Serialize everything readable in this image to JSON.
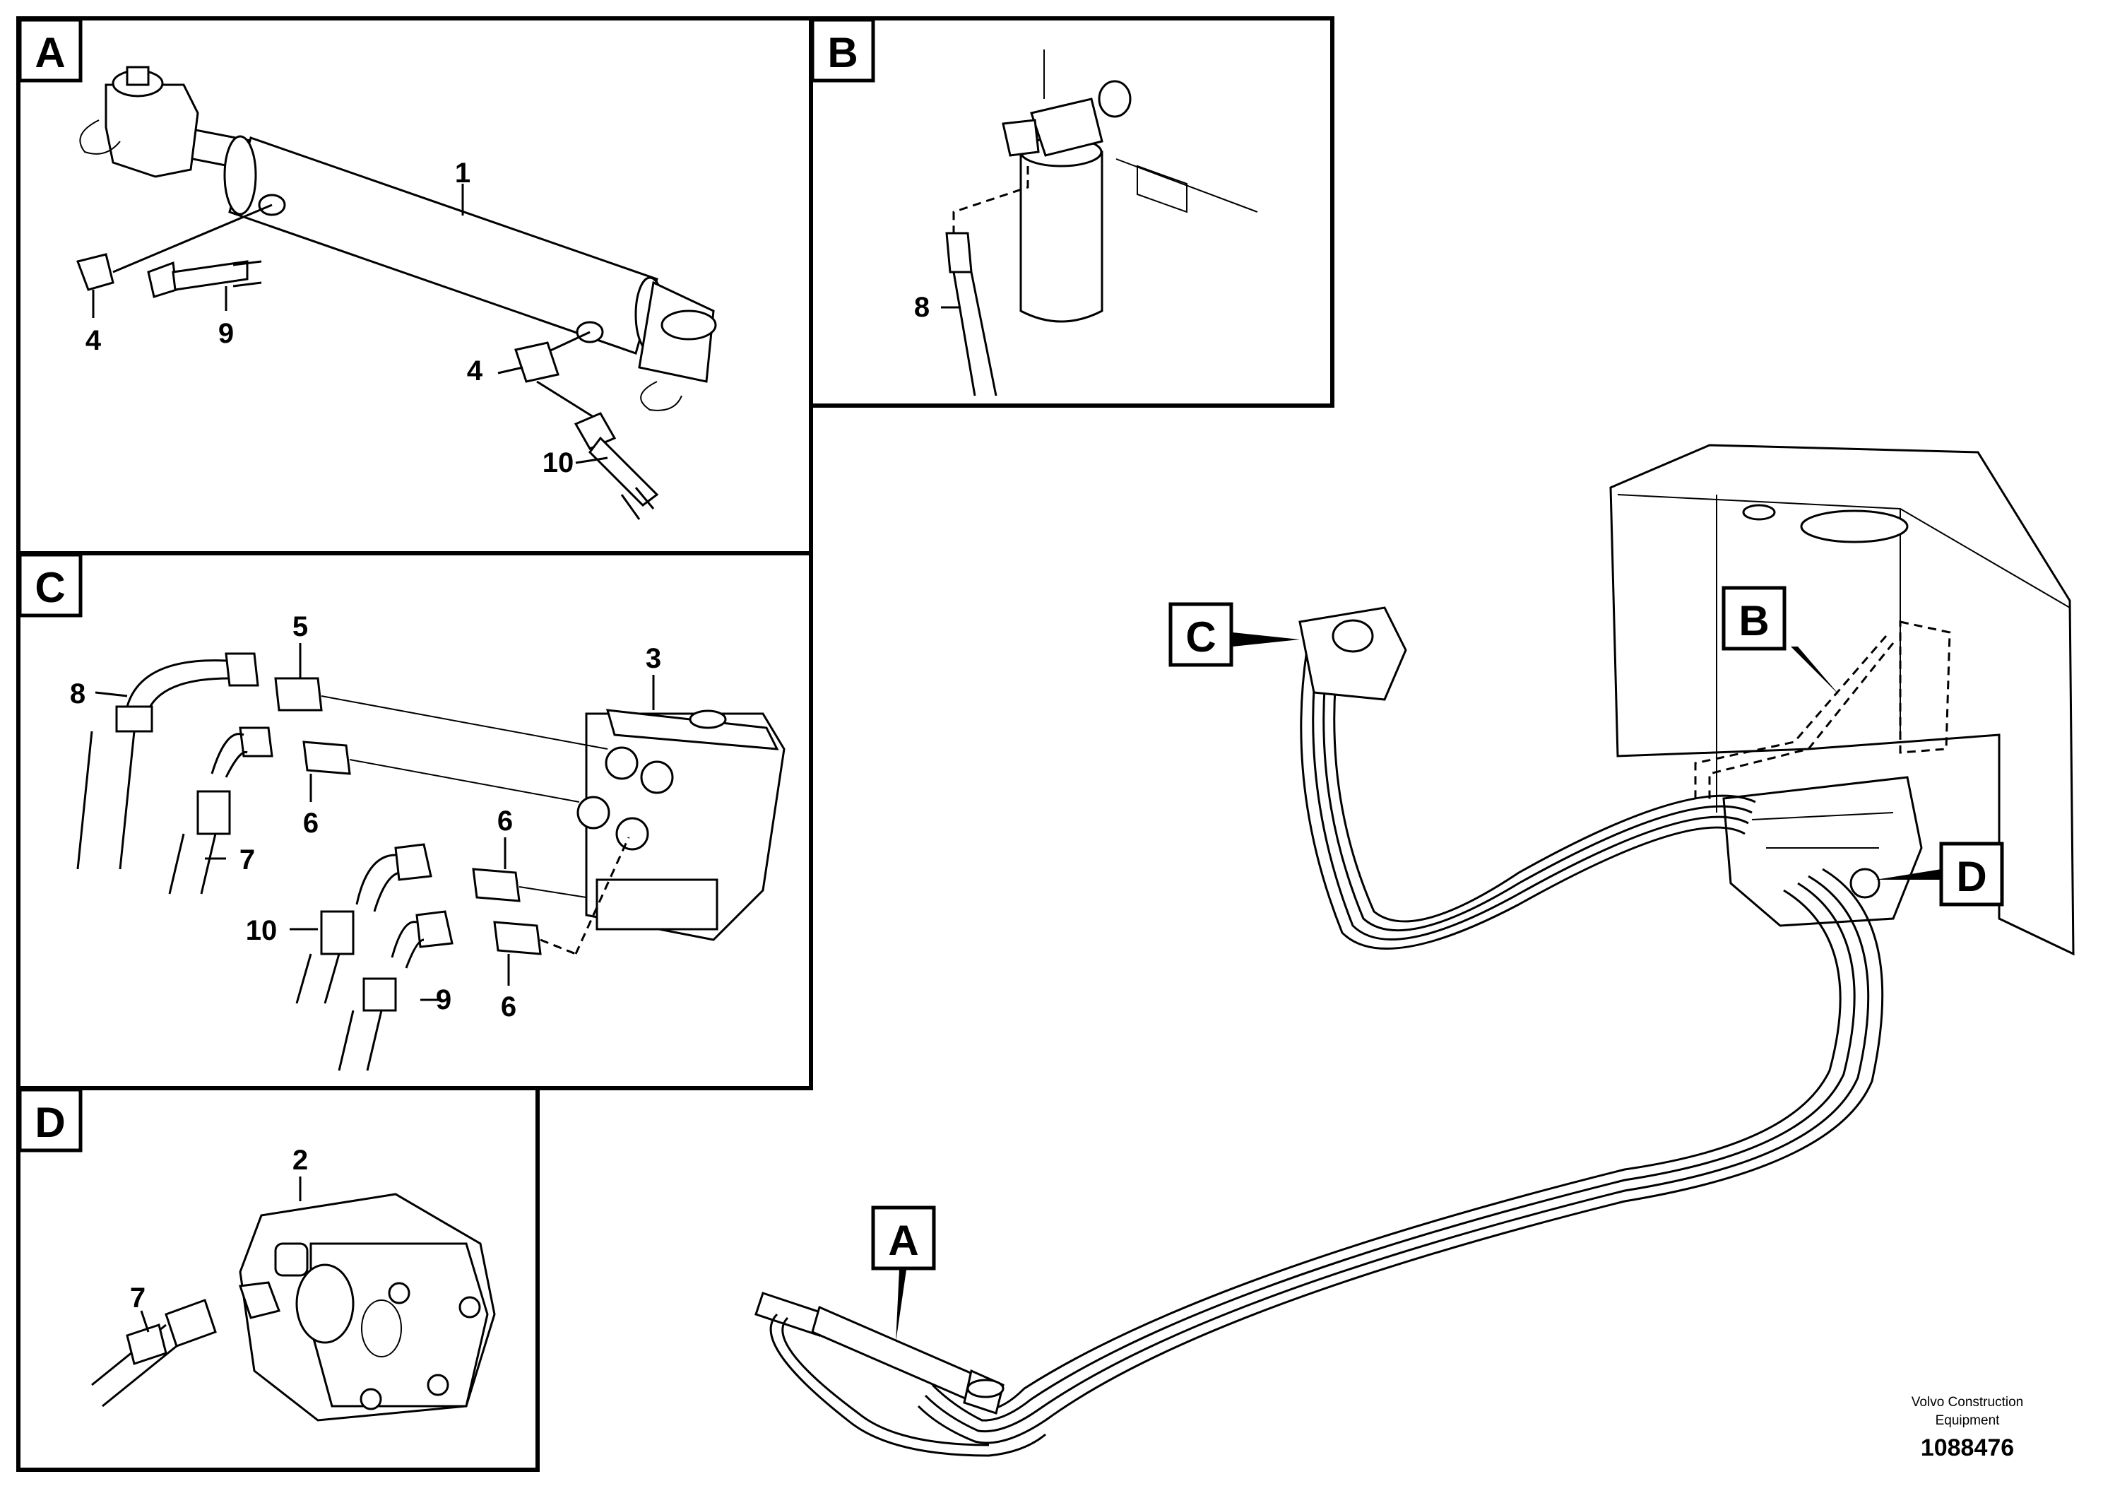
{
  "panels": {
    "A": {
      "label": "A",
      "parts": [
        "1",
        "4",
        "9",
        "4",
        "10"
      ]
    },
    "B": {
      "label": "B",
      "parts": [
        "8"
      ]
    },
    "C": {
      "label": "C",
      "parts": [
        "5",
        "3",
        "8",
        "6",
        "7",
        "6",
        "10",
        "9",
        "6"
      ]
    },
    "D": {
      "label": "D",
      "parts": [
        "2",
        "7"
      ]
    }
  },
  "overview": {
    "callouts": [
      "C",
      "B",
      "D",
      "A"
    ]
  },
  "footer": {
    "company_line1": "Volvo Construction",
    "company_line2": "Equipment",
    "doc_number": "1088476"
  }
}
